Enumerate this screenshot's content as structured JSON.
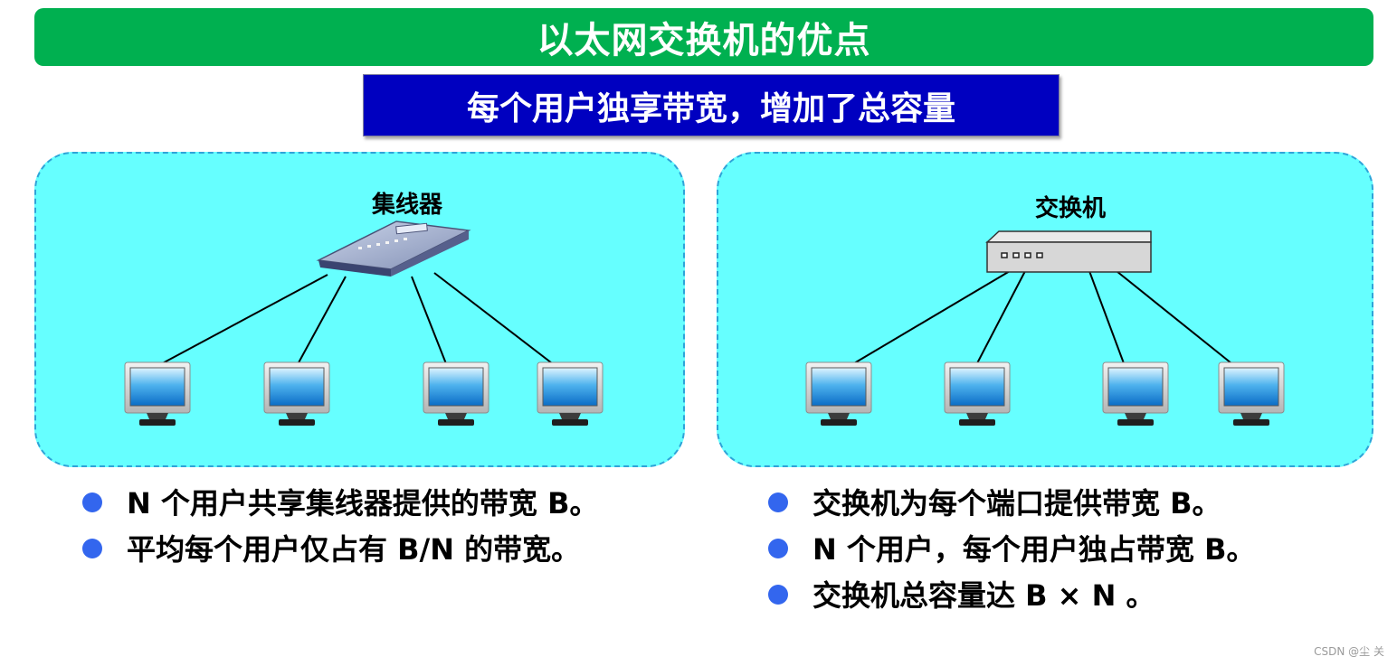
{
  "title": "以太网交换机的优点",
  "subtitle": "每个用户独享带宽，增加了总容量",
  "hub_panel": {
    "device_label": "集线器",
    "device_icon": "hub-icon",
    "computer_icon": "monitor-icon"
  },
  "switch_panel": {
    "device_label": "交换机",
    "device_icon": "switch-icon",
    "computer_icon": "monitor-icon"
  },
  "hub_bullets": [
    "N 个用户共享集线器提供的带宽 B。",
    "平均每个用户仅占有 B/N 的带宽。"
  ],
  "switch_bullets": [
    "交换机为每个端口提供带宽 B。",
    "N 个用户，每个用户独占带宽 B。",
    "交换机总容量达 B × N 。"
  ],
  "watermark": "CSDN @尘  关",
  "colors": {
    "title_bg": "#00b050",
    "subtitle_bg": "#0000c0",
    "panel_bg": "#66ffff",
    "panel_border": "#2ea4d8",
    "bullet": "#3366ee"
  }
}
